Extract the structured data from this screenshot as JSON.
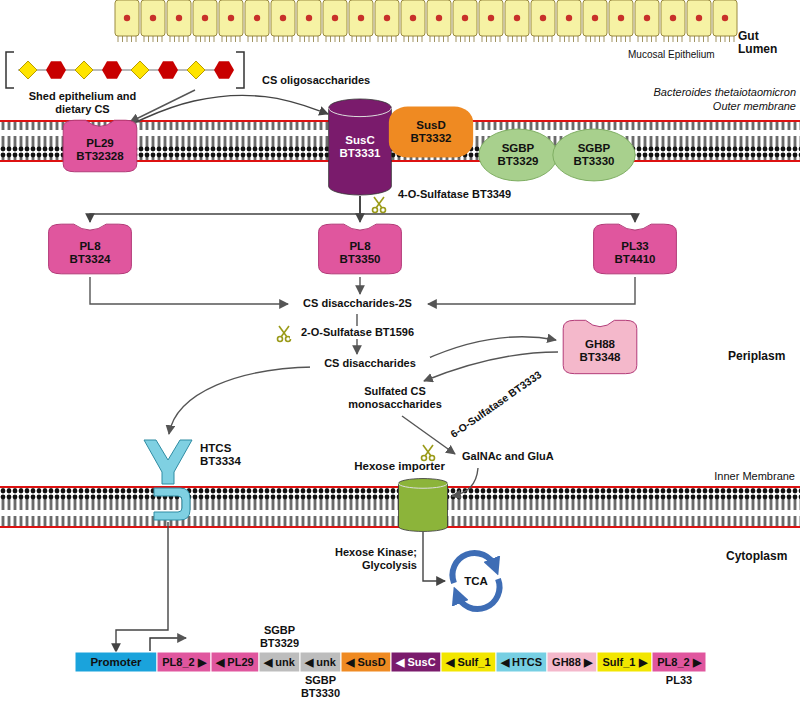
{
  "diagram": {
    "nodes": [
      {
        "text": [
          "PL29",
          "BT32328"
        ]
      },
      {
        "text": [
          "SusC",
          "BT3331"
        ]
      },
      {
        "text": [
          "SusD",
          "BT3332"
        ]
      },
      {
        "text": [
          "SGBP",
          "BT3329"
        ]
      },
      {
        "text": [
          "SGBP",
          "BT3330"
        ]
      },
      {
        "text": [
          "PL8",
          "BT3324"
        ]
      },
      {
        "text": [
          "PL8",
          "BT3350"
        ]
      },
      {
        "text": [
          "PL33",
          "BT4410"
        ]
      },
      {
        "text": [
          "GH88",
          "BT3348"
        ]
      },
      {
        "text": [
          "HTCS BT3334"
        ]
      },
      {
        "text": [
          "Hexose importer"
        ]
      },
      {
        "text": [
          "TCA"
        ]
      },
      {
        "text": [
          "Promoter"
        ]
      },
      {
        "text": [
          "PL8_2 ▶"
        ]
      },
      {
        "text": [
          "◀ PL29"
        ]
      },
      {
        "text": [
          "◀ unk"
        ]
      },
      {
        "text": [
          "◀ unk"
        ]
      },
      {
        "text": [
          "◀ SusD"
        ]
      },
      {
        "text": [
          "◀ SusC"
        ]
      },
      {
        "text": [
          "◀ Sulf_1"
        ]
      },
      {
        "text": [
          "◀ HTCS"
        ]
      },
      {
        "text": [
          "GH88 ▶"
        ]
      },
      {
        "text": [
          "Sulf_1 ▶"
        ]
      },
      {
        "text": [
          "PL8_2 ▶"
        ]
      }
    ],
    "edges": [
      {
        "from": 0,
        "to": 1,
        "arrow": "to"
      },
      {
        "from": 1,
        "to": 5,
        "arrow": "to"
      },
      {
        "from": 1,
        "to": 6,
        "arrow": "to"
      },
      {
        "from": 1,
        "to": 7,
        "arrow": "to"
      },
      {
        "from": 9,
        "to": 12,
        "arrow": "to"
      },
      {
        "from": 10,
        "to": 11,
        "arrow": "to"
      }
    ],
    "labels": [
      "Mucosal Epithelium",
      "Gut Lumen",
      "Shed epithelium and dietary CS",
      "CS oligosaccharides",
      "Bacteroides thetaiotaomicron",
      "Outer membrane",
      "4-O-Sulfatase BT3349",
      "CS disaccharides-2S",
      "2-O-Sulfatase BT1596",
      "Periplasm",
      "CS disaccharides",
      "Sulfated CS monosaccharides",
      "6-O-Sulfatase BT3333",
      "GalNAc and GluA",
      "Inner Membrane",
      "Hexose Kinase; Glycolysis",
      "Cytoplasm",
      "SGBP BT3329",
      "SGBP BT3330",
      "PL33"
    ]
  }
}
